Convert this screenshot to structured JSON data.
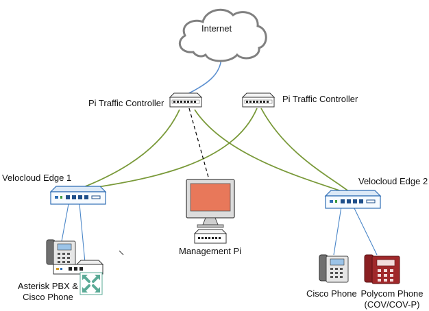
{
  "diagram": {
    "nodes": {
      "internet": {
        "label": "Internet",
        "icon": "cloud-icon"
      },
      "pi_traffic_controller_1": {
        "label": "Pi Traffic Controller",
        "icon": "switch-icon"
      },
      "pi_traffic_controller_2": {
        "label": "Pi Traffic Controller",
        "icon": "switch-icon"
      },
      "velocloud_edge_1": {
        "label": "Velocloud Edge 1",
        "icon": "router-icon"
      },
      "velocloud_edge_2": {
        "label": "Velocloud Edge 2",
        "icon": "router-icon"
      },
      "management_pi": {
        "label": "Management Pi",
        "icon": "monitor-icon"
      },
      "asterisk_pbx": {
        "label_line1": "Asterisk PBX &",
        "label_line2": "Cisco Phone",
        "icon": "pbx-server-icon"
      },
      "cisco_phone": {
        "label": "Cisco Phone",
        "icon": "desk-phone-icon"
      },
      "polycom_phone": {
        "label_line1": "Polycom Phone",
        "label_line2": "(COV/COV-P)",
        "icon": "desk-phone-icon"
      }
    },
    "colors": {
      "internet_link": "#5b8fd0",
      "wan_link": "#7a9a3a",
      "lan_link": "#4a86c8",
      "management_link": "#000000",
      "cloud_stroke": "#808080",
      "router_body": "#dce9f7",
      "router_stroke": "#2e6db4",
      "monitor_screen": "#e8785a",
      "polycom_body": "#a0282a",
      "pbx_accent": "#5aaa96"
    }
  }
}
